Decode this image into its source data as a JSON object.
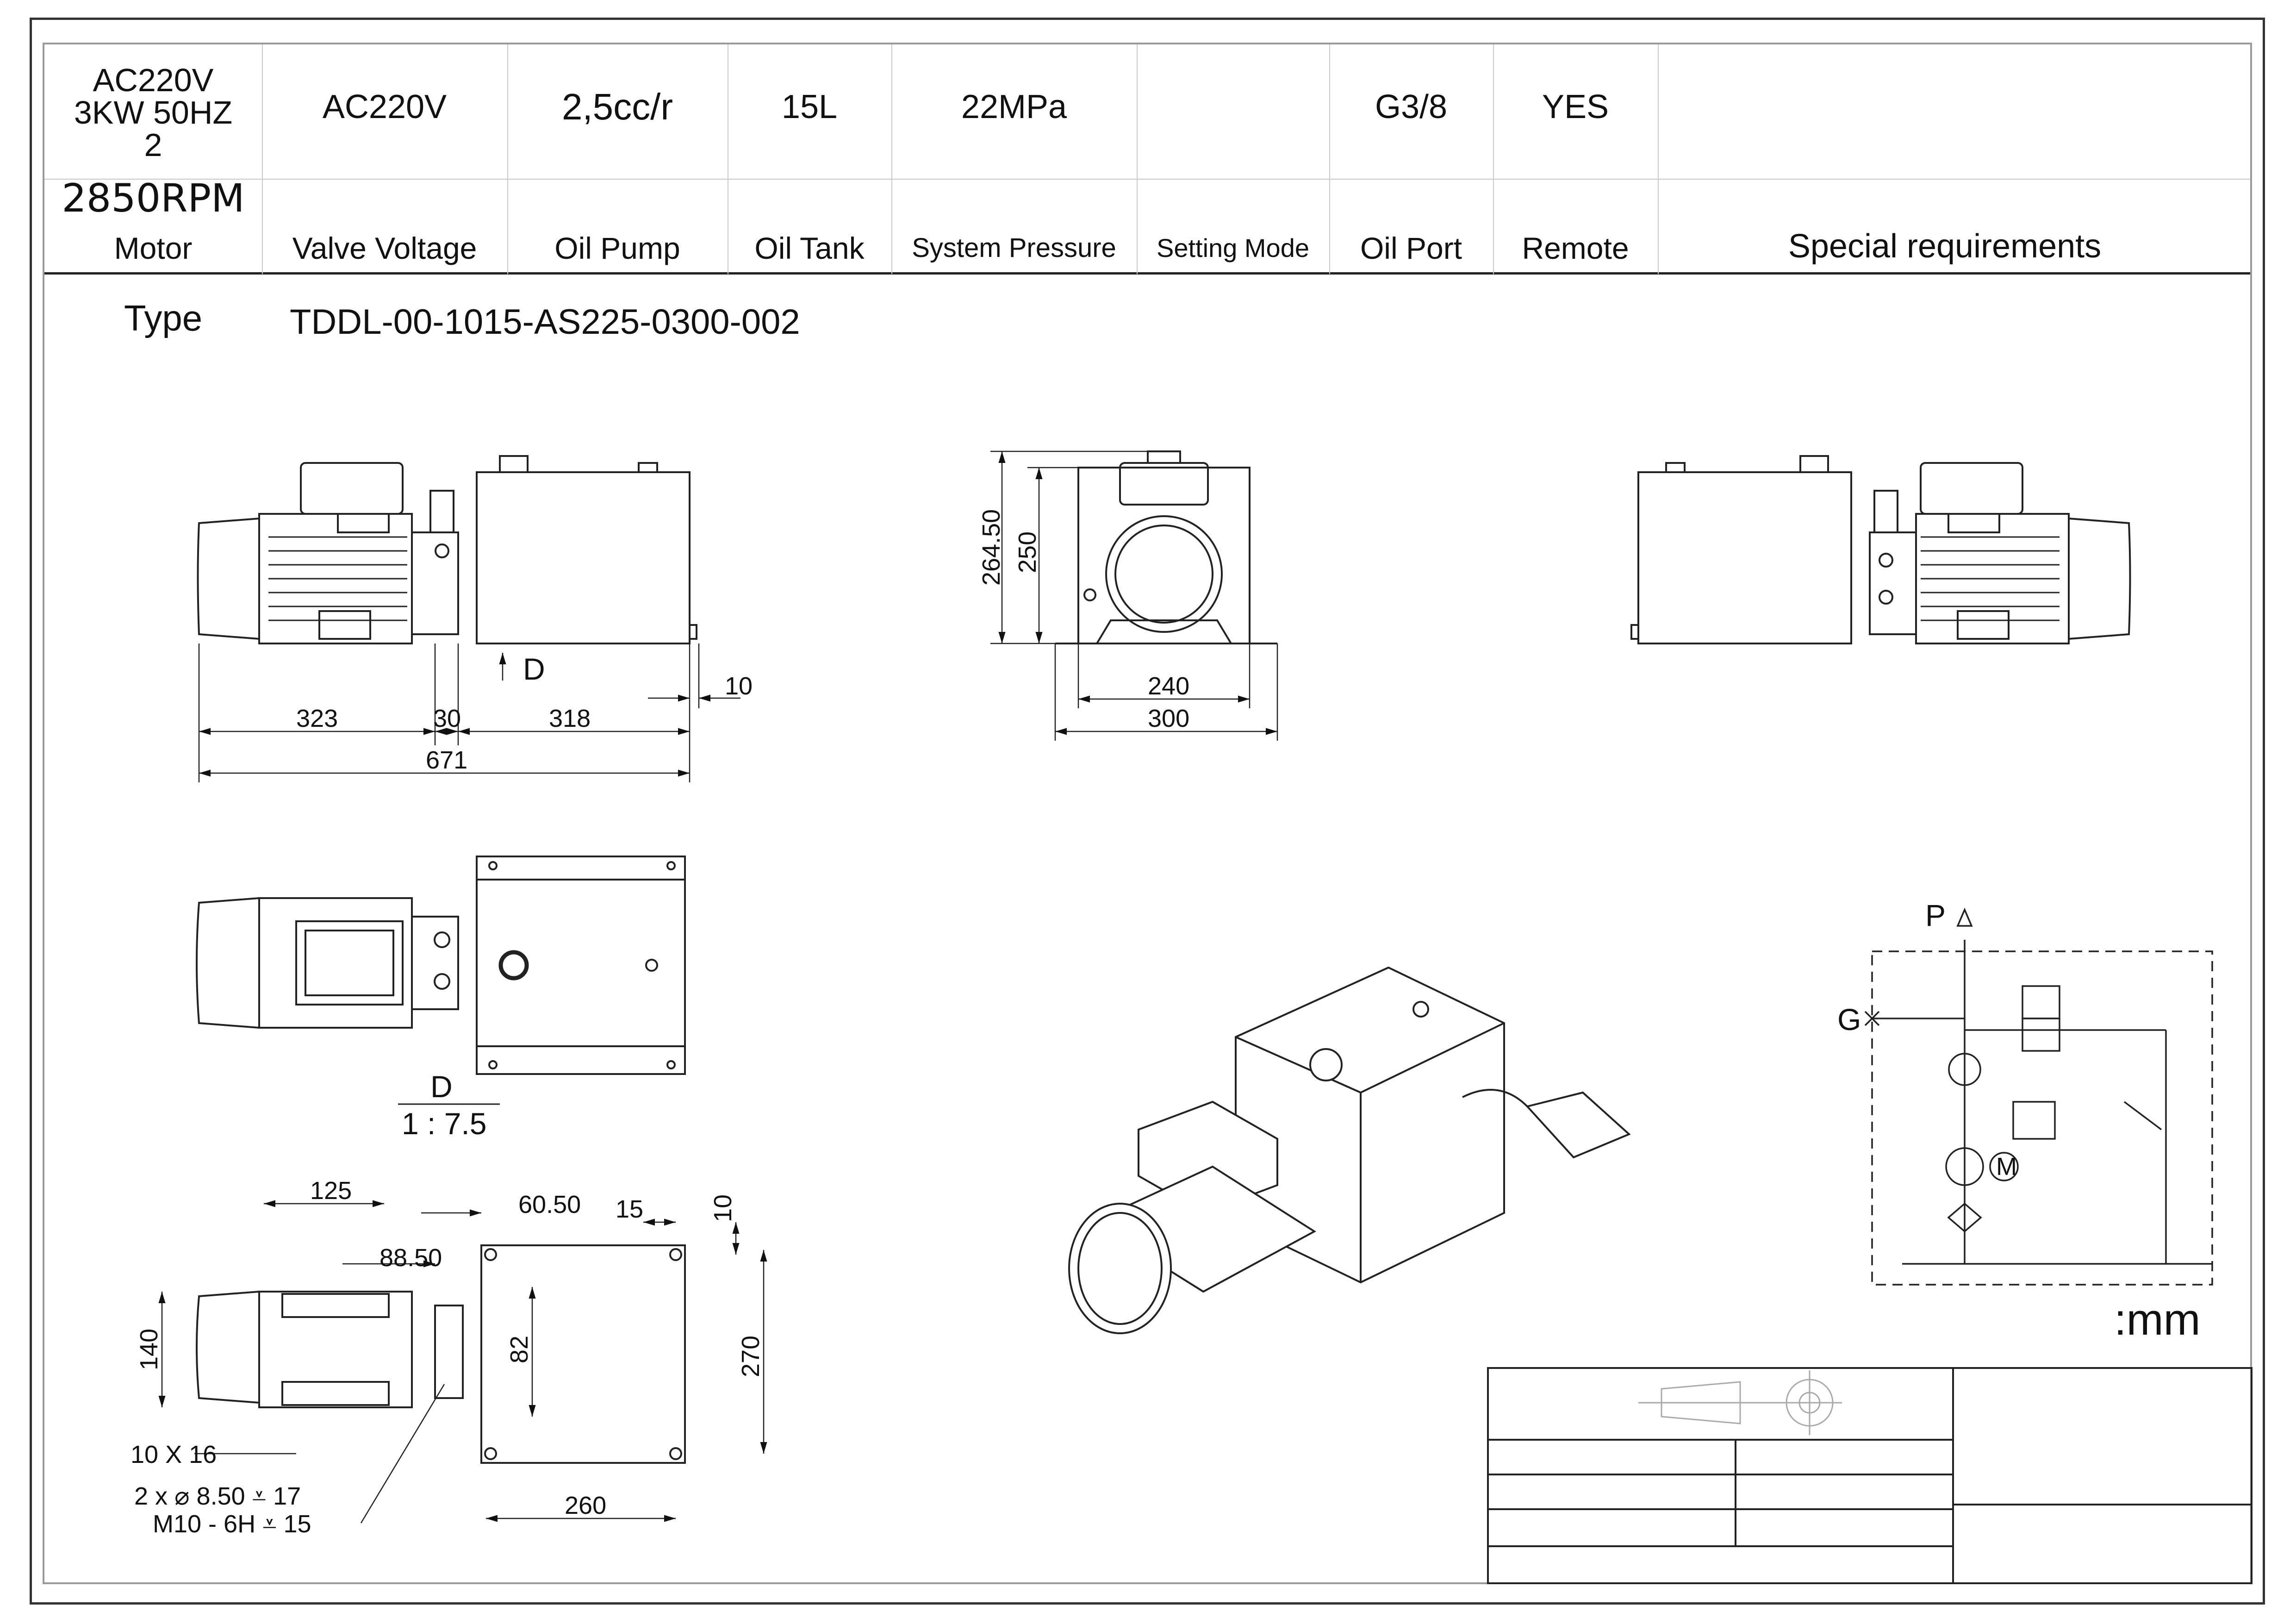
{
  "spec_table": {
    "values": {
      "motor_line1": "AC220V",
      "motor_line2": "3KW 50HZ",
      "motor_line3": "2",
      "motor_rpm": "2850RPM",
      "valve_voltage": "AC220V",
      "oil_pump": "2,5cc/r",
      "oil_tank": "15L",
      "system_pressure": "22MPa",
      "setting_mode": "",
      "oil_port": "G3/8",
      "remote": "YES",
      "special_requirements": ""
    },
    "headers": {
      "motor": "Motor",
      "valve_voltage": "Valve Voltage",
      "oil_pump": "Oil Pump",
      "oil_tank": "Oil Tank",
      "system_pressure": "System Pressure",
      "setting_mode": "Setting Mode",
      "oil_port": "Oil Port",
      "remote": "Remote",
      "special_requirements": "Special requirements"
    }
  },
  "type": {
    "label": "Type",
    "value": "TDDL-00-1015-AS225-0300-002"
  },
  "side_view_dimensions": {
    "motor_length": "323",
    "coupling": "30",
    "tank_length": "318",
    "overhang": "10",
    "total_length": "671",
    "arrow_label": "D"
  },
  "end_view_dimensions": {
    "height_total": "264.50",
    "height_tank": "250",
    "base_inner": "240",
    "base_outer": "300"
  },
  "top_view": {
    "view_label": "D",
    "scale": "1 : 7.5"
  },
  "mounting_dimensions": {
    "motor_foot_spacing": "125",
    "offset_a": "60.50",
    "slot": "15",
    "edge": "10",
    "offset_b": "88.50",
    "motor_height": "140",
    "port_spacing": "82",
    "tank_depth": "270",
    "tank_width": "260",
    "hole_note": "10 X 16",
    "bolt_note_1": "2 x ⌀ 8.50 ⩡ 17",
    "bolt_note_2": "M10 - 6H ⩡ 15"
  },
  "schematic": {
    "port_p": "P",
    "port_g": "G",
    "motor_symbol": "M"
  },
  "units": ":mm"
}
